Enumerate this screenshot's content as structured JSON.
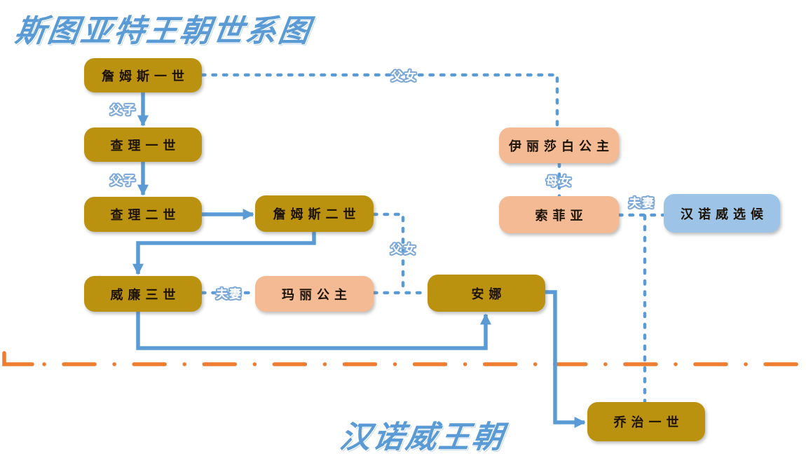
{
  "titles": {
    "top": "斯图亚特王朝世系图",
    "bottom": "汉诺威王朝"
  },
  "nodes": [
    {
      "id": "james-i",
      "label": "詹姆斯一世",
      "color": "gold"
    },
    {
      "id": "charles-i",
      "label": "查理一世",
      "color": "gold"
    },
    {
      "id": "charles-ii",
      "label": "查理二世",
      "color": "gold"
    },
    {
      "id": "james-ii",
      "label": "詹姆斯二世",
      "color": "gold"
    },
    {
      "id": "william-iii",
      "label": "威廉三世",
      "color": "gold"
    },
    {
      "id": "princess-mary",
      "label": "玛丽公主",
      "color": "peach"
    },
    {
      "id": "anne",
      "label": "安娜",
      "color": "gold"
    },
    {
      "id": "princess-elizabeth",
      "label": "伊丽莎白公主",
      "color": "peach"
    },
    {
      "id": "sophia",
      "label": "索菲亚",
      "color": "peach"
    },
    {
      "id": "hanover-elector",
      "label": "汉诺威选候",
      "color": "lightblue"
    },
    {
      "id": "george-i",
      "label": "乔治一世",
      "color": "gold"
    }
  ],
  "labels": [
    "父子",
    "父子",
    "父女",
    "母女",
    "夫妻",
    "夫妻",
    "父女"
  ],
  "edges": [
    {
      "from": "詹姆斯一世",
      "to": "查理一世",
      "label": "父子",
      "style": "solid-arrow"
    },
    {
      "from": "查理一世",
      "to": "查理二世",
      "label": "父子",
      "style": "solid-arrow"
    },
    {
      "from": "查理二世",
      "to": "詹姆斯二世",
      "label": "",
      "style": "solid-arrow"
    },
    {
      "from": "詹姆斯二世",
      "to": "威廉三世",
      "label": "",
      "style": "solid-arrow"
    },
    {
      "from": "威廉三世",
      "to": "安娜",
      "label": "",
      "style": "solid-arrow"
    },
    {
      "from": "安娜",
      "to": "乔治一世",
      "label": "",
      "style": "solid-arrow"
    },
    {
      "from": "詹姆斯一世",
      "to": "伊丽莎白公主",
      "label": "父女",
      "style": "dashed"
    },
    {
      "from": "伊丽莎白公主",
      "to": "索菲亚",
      "label": "母女",
      "style": "dashed"
    },
    {
      "from": "索菲亚",
      "to": "汉诺威选候",
      "label": "夫妻",
      "style": "dashed"
    },
    {
      "from": "索菲亚",
      "to": "乔治一世",
      "label": "",
      "style": "dashed"
    },
    {
      "from": "威廉三世",
      "to": "玛丽公主",
      "label": "夫妻",
      "style": "dashed"
    },
    {
      "from": "詹姆斯二世",
      "to": "玛丽公主、安娜",
      "label": "父女",
      "style": "dashed"
    }
  ],
  "colors": {
    "gold_box": "#bb9210",
    "peach_box": "#f4ba93",
    "lightblue_box": "#9dc3e6",
    "line_blue": "#5b9bd5",
    "divider_orange": "#ed7d31",
    "title_blue": "#5b9bd5",
    "node_text": "#1c1205",
    "label_text": "#ffffff"
  }
}
